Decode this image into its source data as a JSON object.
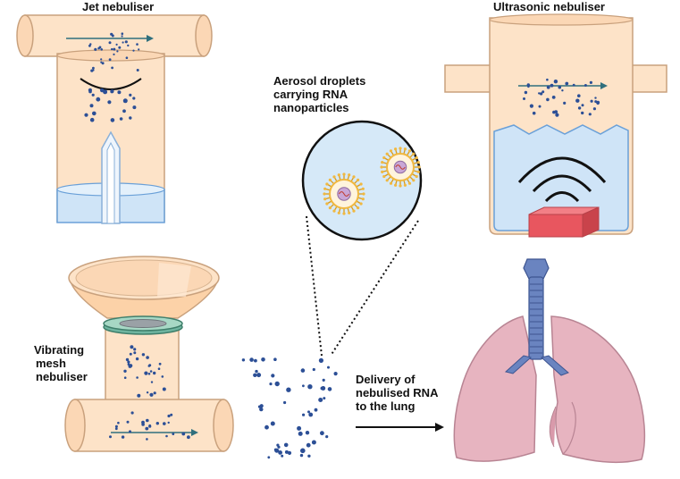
{
  "labels": {
    "jet": "Jet nebuliser",
    "ultrasonic": "Ultrasonic nebuliser",
    "aerosol": [
      "Aerosol droplets",
      "carrying RNA",
      "nanoparticles"
    ],
    "mesh": [
      "Vibrating",
      "mesh",
      "nebuliser"
    ],
    "delivery": [
      "Delivery of",
      "nebulised RNA",
      "to the lung"
    ]
  },
  "colors": {
    "tube_fill": "#fde3c8",
    "tube_stroke": "#c9a17d",
    "water_fill": "#cfe4f7",
    "water_stroke": "#6aa0d8",
    "droplet": "#2c4f96",
    "arrow": "#2f6f7d",
    "transducer": "#e8565f",
    "lung_fill": "#e7b4c0",
    "lung_stroke": "#b88493",
    "trachea": "#6a84c0",
    "particle_shell": "#f0b840",
    "particle_core": "#c9a6d6"
  },
  "icons": [
    "jet-nebuliser-icon",
    "ultrasonic-nebuliser-icon",
    "vibrating-mesh-nebuliser-icon",
    "aerosol-droplet-magnifier-icon",
    "lung-icon"
  ]
}
